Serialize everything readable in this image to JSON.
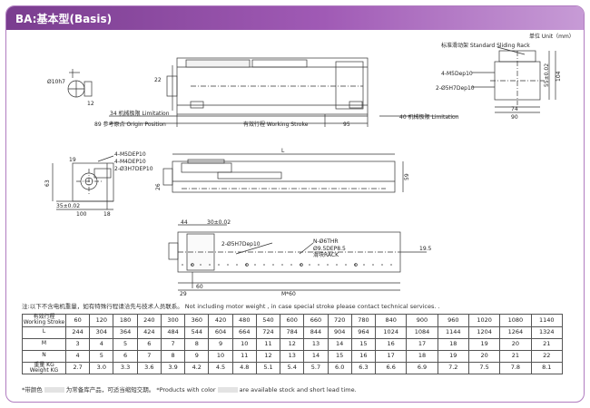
{
  "header": {
    "title": "BA:基本型(Basis)"
  },
  "drawing": {
    "unit_label": "单位 Unit（mm）",
    "top_view": {
      "shaft_label": "Ø10h7",
      "dim_12": "12",
      "dim_22": "22",
      "limit_left": "34 机械极限 Limitation",
      "origin": "89 参考原点 Origin Position",
      "stroke": "有效行程 Working Stroke",
      "dim_95": "95",
      "limit_right": "40 机械极限 Limitation"
    },
    "end_view": {
      "rack_label": "标准滑动架 Standard Sliding Rack",
      "thread_label": "4-M5Dep10",
      "pin_label": "2-Ø5H7Dep10",
      "dim_55": "55±0.02",
      "dim_104": "104",
      "dim_74": "74",
      "dim_90": "90"
    },
    "side_view": {
      "label_1": "4-M5DEP10",
      "label_2": "4-M4DEP10",
      "label_3": "2-Ø3H7DEP10",
      "dim_19": "19",
      "dim_63": "63",
      "dim_35": "35±0.02",
      "dim_100": "100",
      "dim_18": "18",
      "dim_l": "L",
      "dim_26": "26",
      "dim_59": "59"
    },
    "bottom_view": {
      "dim_44": "44",
      "dim_30": "30±0.02",
      "pin_label": "2-Ø5H7Dep10",
      "thread_label": "N-Ø6THR",
      "counterbore_label": "Ø9.5DEP8.5",
      "rack_note": "滑块RACK",
      "dim_19_5": "19.5",
      "dim_29": "29",
      "dim_60": "60",
      "dim_m60": "M*60"
    }
  },
  "note": "注:以下不含电机重量，如有特殊行程请洽先与技术人员联系。 Not including motor weight , in case special stroke please contact technical services. .",
  "table": {
    "row_labels": [
      [
        "有效行程",
        "Working Stroke"
      ],
      [
        "L",
        ""
      ],
      [
        "M",
        ""
      ],
      [
        "N",
        ""
      ],
      [
        "重量 KG",
        "Weight KG"
      ]
    ],
    "stroke": [
      "60",
      "120",
      "180",
      "240",
      "300",
      "360",
      "420",
      "480",
      "540",
      "600",
      "660",
      "720",
      "780",
      "840",
      "900",
      "960",
      "1020",
      "1080",
      "1140"
    ],
    "l": [
      "244",
      "304",
      "364",
      "424",
      "484",
      "544",
      "604",
      "664",
      "724",
      "784",
      "844",
      "904",
      "964",
      "1024",
      "1084",
      "1144",
      "1204",
      "1264",
      "1324"
    ],
    "m": [
      "3",
      "4",
      "5",
      "6",
      "7",
      "8",
      "9",
      "10",
      "11",
      "12",
      "13",
      "14",
      "15",
      "16",
      "17",
      "18",
      "19",
      "20",
      "21"
    ],
    "n": [
      "4",
      "5",
      "6",
      "7",
      "8",
      "9",
      "10",
      "11",
      "12",
      "13",
      "14",
      "15",
      "16",
      "17",
      "18",
      "19",
      "20",
      "21",
      "22"
    ],
    "weight": [
      "2.7",
      "3.0",
      "3.3",
      "3.6",
      "3.9",
      "4.2",
      "4.5",
      "4.8",
      "5.1",
      "5.4",
      "5.7",
      "6.0",
      "6.3",
      "6.6",
      "6.9",
      "7.2",
      "7.5",
      "7.8",
      "8.1"
    ]
  },
  "footnote": {
    "prefix": "*带颜色",
    "suffix": "为常备库产品，可适当缩短交期。 *Products with color",
    "tail": "are available stock  and short lead time."
  }
}
